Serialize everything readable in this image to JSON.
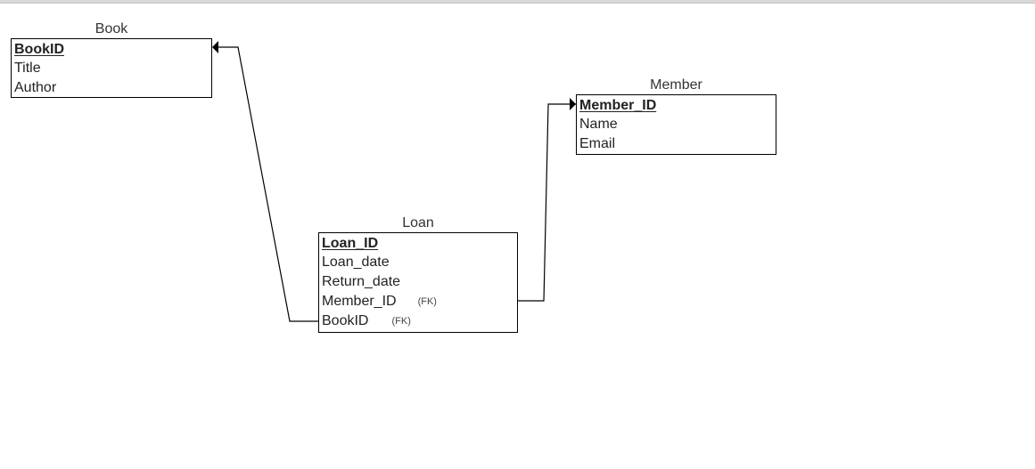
{
  "colors": {
    "line": "#000000",
    "text": "#222222",
    "topbar": "#d9d9d9"
  },
  "entities": {
    "book": {
      "name": "Book",
      "pk": "BookID",
      "attrs": [
        "Title",
        "Author"
      ]
    },
    "member": {
      "name": "Member",
      "pk": "Member_ID",
      "attrs": [
        "Name",
        "Email"
      ]
    },
    "loan": {
      "name": "Loan",
      "pk": "Loan_ID",
      "attrs": [
        "Loan_date",
        "Return_date",
        "Member_ID",
        "BookID"
      ],
      "fk_tag": "(FK)"
    }
  }
}
